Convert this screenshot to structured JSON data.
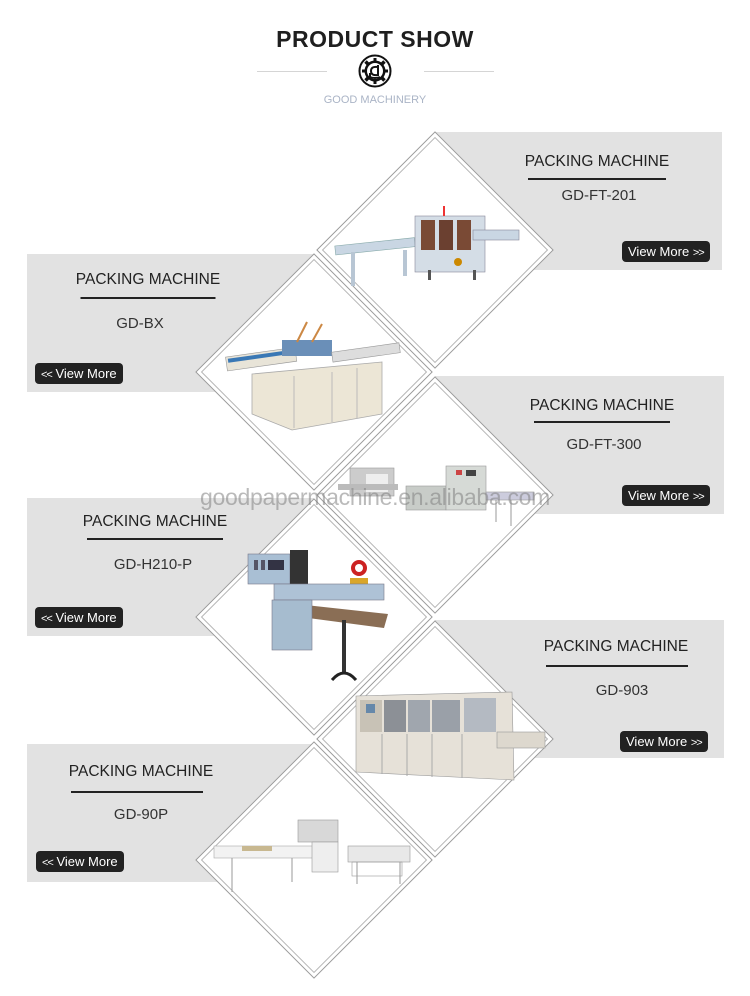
{
  "header": {
    "title": "PRODUCT SHOW",
    "logo_icon": "gear-g-logo-icon",
    "subtitle": "GOOD MACHINERY"
  },
  "watermark": "goodpapermachine.en.alibaba.com",
  "products": [
    {
      "category": "PACKING MACHINE",
      "model": "GD-FT-201",
      "button": "View More",
      "button_icon": ">>",
      "side": "right"
    },
    {
      "category": "PACKING MACHINE",
      "model": "GD-BX",
      "button": "View More",
      "button_icon": "<<",
      "side": "left"
    },
    {
      "category": "PACKING MACHINE",
      "model": "GD-FT-300",
      "button": "View More",
      "button_icon": ">>",
      "side": "right"
    },
    {
      "category": "PACKING MACHINE",
      "model": "GD-H210-P",
      "button": "View More",
      "button_icon": "<<",
      "side": "left"
    },
    {
      "category": "PACKING MACHINE",
      "model": "GD-903",
      "button": "View More",
      "button_icon": ">>",
      "side": "right"
    },
    {
      "category": "PACKING MACHINE",
      "model": "GD-90P",
      "button": "View More",
      "button_icon": "<<",
      "side": "left"
    }
  ],
  "colors": {
    "panel_bg": "#e2e2e2",
    "button_bg": "#222222",
    "subtitle": "#aab4c6"
  }
}
